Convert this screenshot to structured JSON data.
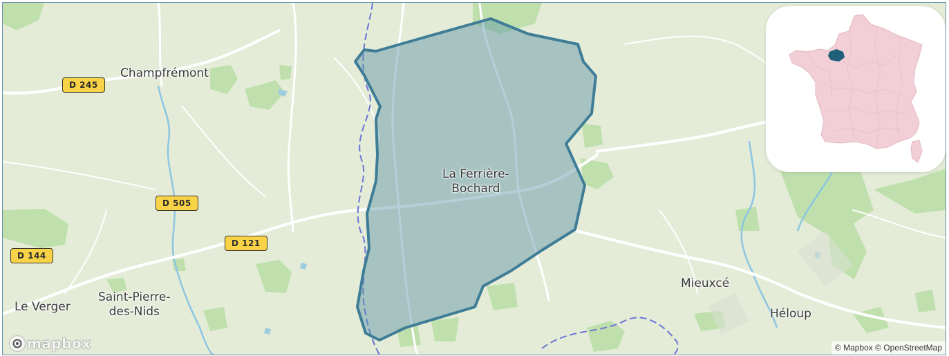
{
  "map": {
    "places": [
      {
        "id": "champfremont",
        "name": "Champfrémont"
      },
      {
        "id": "la-ferriere",
        "name": "La Ferrière-Bochard"
      },
      {
        "id": "saint-pierre",
        "name": "Saint-Pierre-des-Nids"
      },
      {
        "id": "le-verger",
        "name": "Le Verger"
      },
      {
        "id": "mieuxce",
        "name": "Mieuxcé"
      },
      {
        "id": "heloup",
        "name": "Héloup"
      }
    ],
    "la_ferriere_lines": [
      "La Ferrière-",
      "Bochard"
    ],
    "saint_pierre_lines": [
      "Saint-Pierre-",
      "des-Nids"
    ],
    "road_shields": [
      "D 245",
      "D 505",
      "D 121",
      "D 144"
    ],
    "highlight_color": "#5a93a8",
    "highlight_border_color": "#3f7d97"
  },
  "inset": {
    "country": "France",
    "country_fill": "#f2cfd6",
    "highlight_fill": "#1f5f7a"
  },
  "branding": {
    "logo_text": "mapbox"
  },
  "attribution": {
    "text": "© Mapbox © OpenStreetMap"
  }
}
